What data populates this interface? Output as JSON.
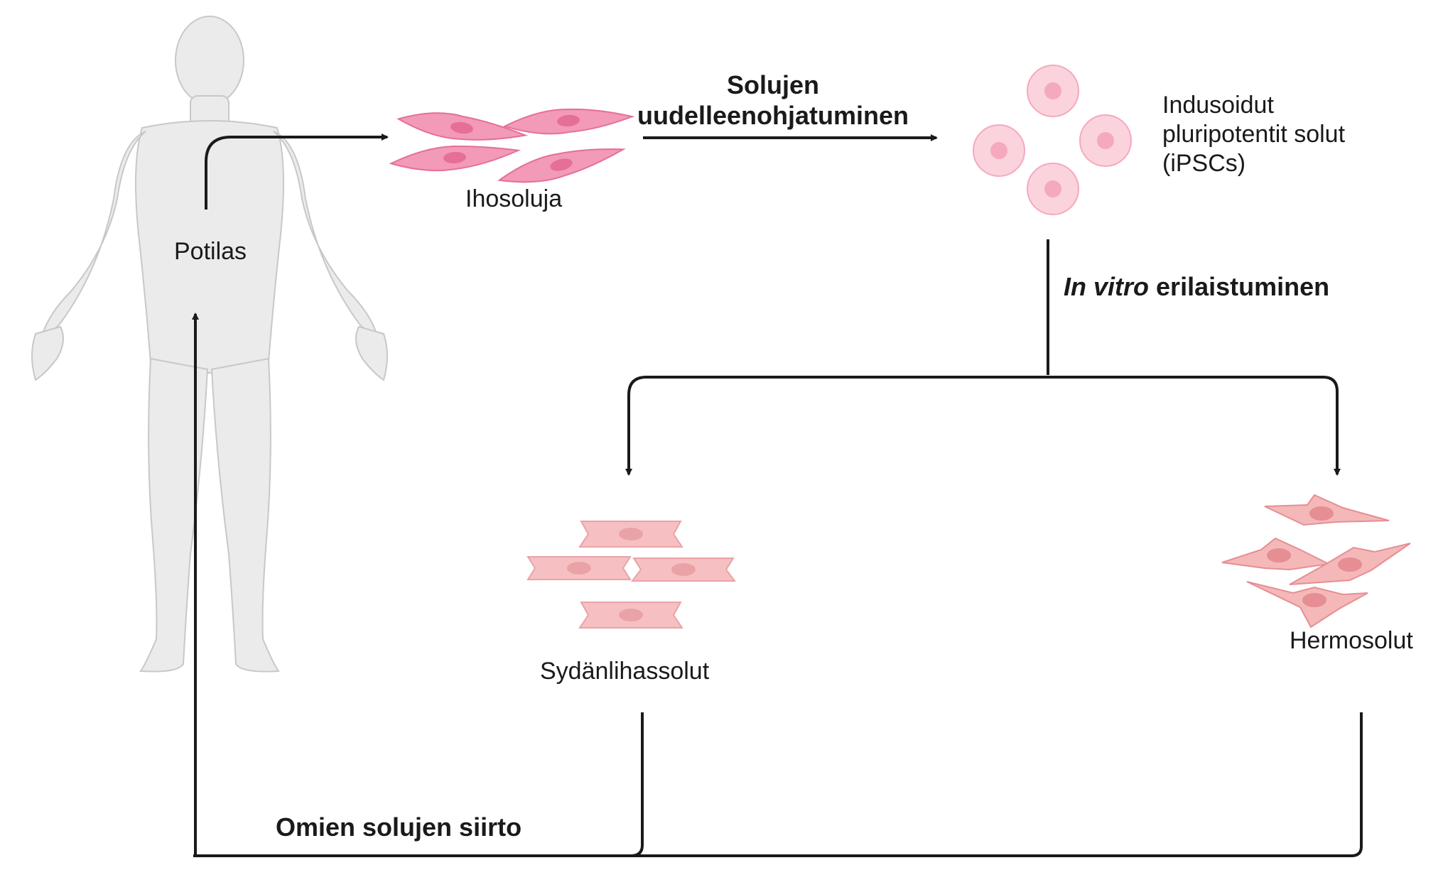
{
  "labels": {
    "patient": "Potilas",
    "skin_cells": "Ihosoluja",
    "reprogramming_line1": "Solujen",
    "reprogramming_line2": "uudelleenohjatuminen",
    "ipsc_line1": "Indusoidut",
    "ipsc_line2": "pluripotentit solut",
    "ipsc_line3": "(iPSCs)",
    "differentiation_italic": "In vitro",
    "differentiation_rest": "erilaistuminen",
    "cardiomyocytes": "Sydänlihassolut",
    "neurons": "Hermosolut",
    "transplant": "Omien solujen siirto"
  },
  "colors": {
    "body": "#ebebeb",
    "body_outline": "#c8c8c8",
    "fibroblast": "#f29ab8",
    "fibroblast_nucleus": "#e56f98",
    "ipsc": "#fbd3dc",
    "ipsc_nucleus": "#f5a9bd",
    "cardio": "#f6c0c2",
    "cardio_nucleus": "#e9a3a6",
    "neuron": "#f4b8b8",
    "neuron_nucleus": "#e68e94",
    "arrow": "#1a1a1a"
  }
}
